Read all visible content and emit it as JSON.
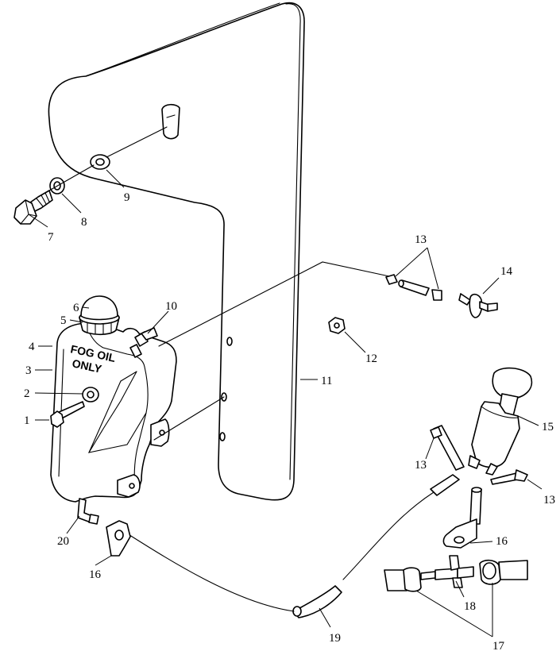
{
  "diagram": {
    "tank_label": [
      "FOG OIL",
      "ONLY"
    ],
    "callouts": [
      {
        "id": "c1",
        "text": "1"
      },
      {
        "id": "c2",
        "text": "2"
      },
      {
        "id": "c3",
        "text": "3"
      },
      {
        "id": "c4",
        "text": "4"
      },
      {
        "id": "c5",
        "text": "5"
      },
      {
        "id": "c6",
        "text": "6"
      },
      {
        "id": "c7",
        "text": "7"
      },
      {
        "id": "c8",
        "text": "8"
      },
      {
        "id": "c9",
        "text": "9"
      },
      {
        "id": "c10",
        "text": "10"
      },
      {
        "id": "c11",
        "text": "11"
      },
      {
        "id": "c12",
        "text": "12"
      },
      {
        "id": "c13a",
        "text": "13"
      },
      {
        "id": "c13b",
        "text": "13"
      },
      {
        "id": "c13c",
        "text": "13"
      },
      {
        "id": "c14",
        "text": "14"
      },
      {
        "id": "c15",
        "text": "15"
      },
      {
        "id": "c16a",
        "text": "16"
      },
      {
        "id": "c16b",
        "text": "16"
      },
      {
        "id": "c17",
        "text": "17"
      },
      {
        "id": "c18",
        "text": "18"
      },
      {
        "id": "c19",
        "text": "19"
      },
      {
        "id": "c20",
        "text": "20"
      }
    ]
  }
}
